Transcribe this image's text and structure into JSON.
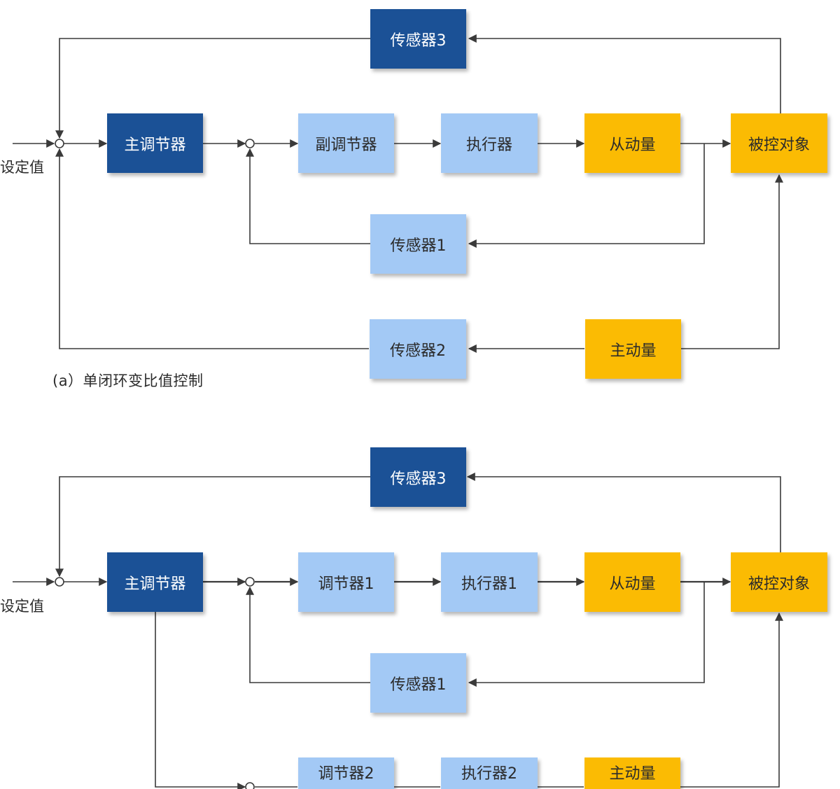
{
  "diagram_a": {
    "caption": "(a）单闭环变比值控制",
    "setpoint_label": "设定值",
    "sensor3": "传感器3",
    "main_controller": "主调节器",
    "sub_controller": "副调节器",
    "actuator": "执行器",
    "slave_variable": "从动量",
    "controlled_object": "被控对象",
    "sensor1": "传感器1",
    "sensor2": "传感器2",
    "master_variable": "主动量"
  },
  "diagram_b": {
    "setpoint_label": "设定值",
    "sensor3": "传感器3",
    "main_controller": "主调节器",
    "controller1": "调节器1",
    "actuator1": "执行器1",
    "slave_variable": "从动量",
    "controlled_object": "被控对象",
    "sensor1": "传感器1",
    "controller2": "调节器2",
    "actuator2": "执行器2",
    "master_variable": "主动量"
  },
  "colors": {
    "dark_blue": "#1b5196",
    "light_blue": "#a3c9f5",
    "gold": "#fbbb03",
    "line": "#3a3a3a"
  }
}
